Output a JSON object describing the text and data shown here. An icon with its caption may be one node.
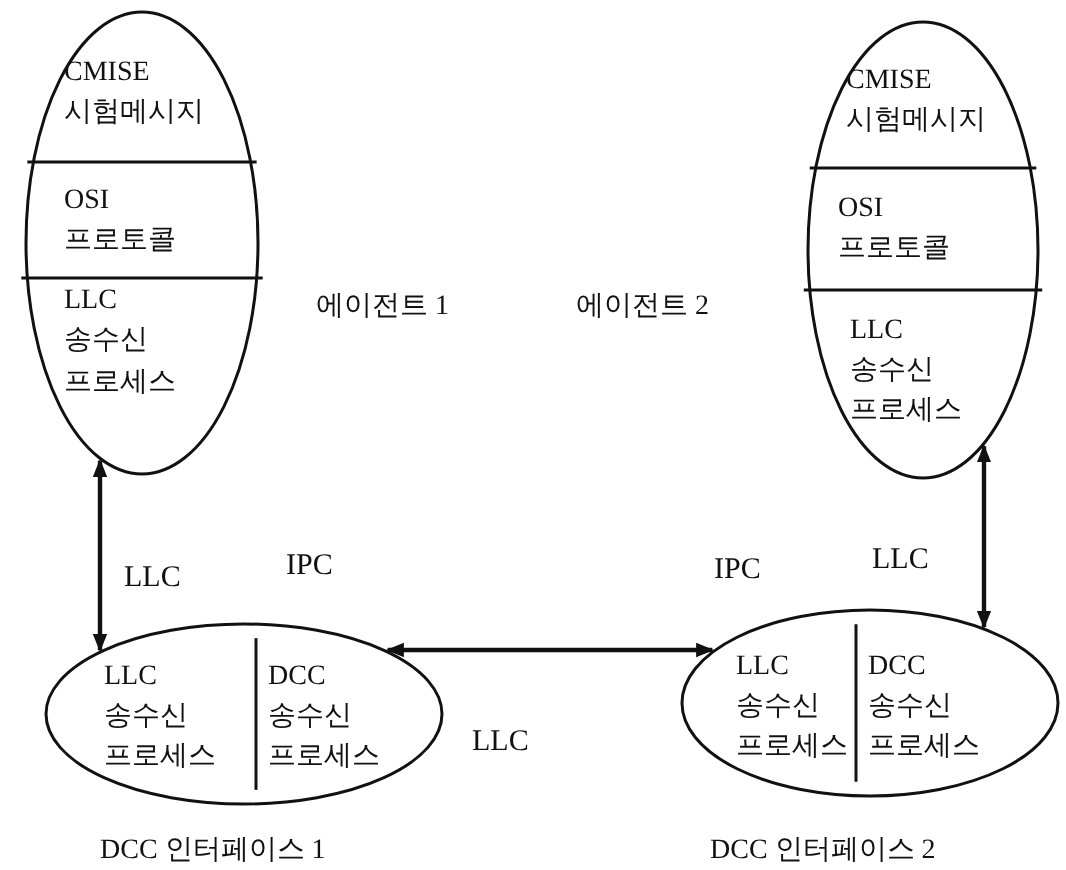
{
  "diagram": {
    "nodes": [
      {
        "text": [],
        "shape": "ellipse",
        "beside": [
          "에이전트 1"
        ]
      },
      {
        "text": [
          "CMISE 시험메시지"
        ],
        "in": 0
      },
      {
        "text": [
          "OSI 프로토콜"
        ],
        "in": 0
      },
      {
        "text": [
          "LLC 송수신 프로세스"
        ],
        "in": 0
      },
      {
        "text": [],
        "shape": "ellipse",
        "beside": [
          "에이전트 2"
        ]
      },
      {
        "text": [
          "CMISE 시험메시지"
        ],
        "in": 4
      },
      {
        "text": [
          "OSI 프로토콜"
        ],
        "in": 4
      },
      {
        "text": [
          "LLC 송수신 프로세스"
        ],
        "in": 4
      },
      {
        "text": [],
        "shape": "ellipse",
        "beside": [
          "DCC 인터페이스 1"
        ]
      },
      {
        "text": [
          "LLC 송수신 프로세스"
        ],
        "in": 8
      },
      {
        "text": [
          "DCC 송수신 프로세스"
        ],
        "in": 8
      },
      {
        "text": [],
        "shape": "ellipse",
        "beside": [
          "DCC 인터페이스 2"
        ]
      },
      {
        "text": [
          "LLC 송수신 프로세스"
        ],
        "in": 11
      },
      {
        "text": [
          "DCC 송수신 프로세스"
        ],
        "in": 11
      }
    ],
    "edges": [
      {
        "from": 0,
        "to": 8,
        "arrow": "both",
        "label": "LLC"
      },
      {
        "from": 8,
        "to": 11,
        "arrow": "both"
      },
      {
        "from": 4,
        "to": 11,
        "arrow": "both",
        "label": "LLC"
      }
    ],
    "labels": [
      "IPC",
      "IPC",
      "LLC"
    ]
  }
}
